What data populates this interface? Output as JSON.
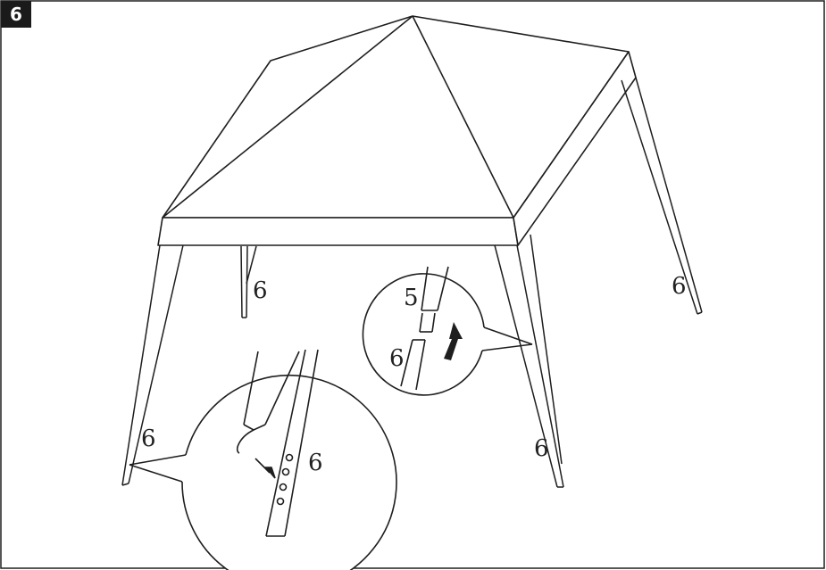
{
  "step": {
    "number": "6"
  },
  "labels": {
    "leg_back_left": "6",
    "leg_back_right": "6",
    "leg_front_left": "6",
    "leg_front_right": "6",
    "detail_pin_pole": "6",
    "detail_upper_pole": "5",
    "detail_lower_pole": "6"
  },
  "colors": {
    "line": "#1e1e1e",
    "background": "#ffffff",
    "badge": "#1a1a1a"
  }
}
